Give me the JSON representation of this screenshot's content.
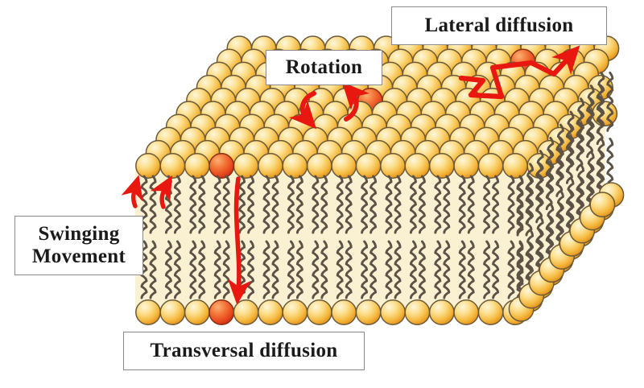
{
  "figure": {
    "title": "Lipid bilayer membrane movements",
    "type": "biological-diagram",
    "background_color": "#ffffff"
  },
  "labels": {
    "lateral": "Lateral diffusion",
    "rotation": "Rotation",
    "swinging": "Swinging\nMovement",
    "transversal": "Transversal diffusion"
  },
  "colors": {
    "head_light": "#FDE9A8",
    "head_mid": "#F7C04A",
    "head_dark": "#E8941E",
    "head_outline": "#6b5a3a",
    "highlight_head_light": "#F9A05A",
    "highlight_head_mid": "#EE5C2A",
    "highlight_head_dark": "#D4361A",
    "interior": "#FAF1D2",
    "tail": "#5d5246",
    "arrow": "#E8170F",
    "label_border": "#8a8a8a",
    "label_fill": "#ffffff",
    "label_text": "#1a1a1a"
  },
  "structure": {
    "description": "Three-dimensional block of a phospholipid bilayer shown in cut-away perspective.",
    "leaflets": [
      "outer (top) leaflet",
      "inner (bottom) leaflet"
    ],
    "head_group_shape": "sphere",
    "tail_shape": "wavy line",
    "top_surface_rows": 9,
    "top_surface_cols": 18,
    "front_face_tail_columns": 17,
    "right_face_tail_columns": 9,
    "highlighted_lipids": 5
  },
  "movements": [
    {
      "name": "Lateral diffusion",
      "marker": "zigzag-arrow",
      "location": "within the outer leaflet plane",
      "arrow_color": "#E8170F"
    },
    {
      "name": "Rotation",
      "marker": "paired-curved-arrows",
      "location": "around the lipid long axis on the top surface",
      "arrow_color": "#E8170F"
    },
    {
      "name": "Swinging Movement",
      "marker": "short-up-arrows",
      "location": "acyl tails on the front face",
      "arrow_color": "#E8170F"
    },
    {
      "name": "Transversal diffusion",
      "marker": "long-curved-arrow",
      "location": "flip-flop across the bilayer from outer to inner leaflet",
      "arrow_color": "#E8170F"
    }
  ]
}
